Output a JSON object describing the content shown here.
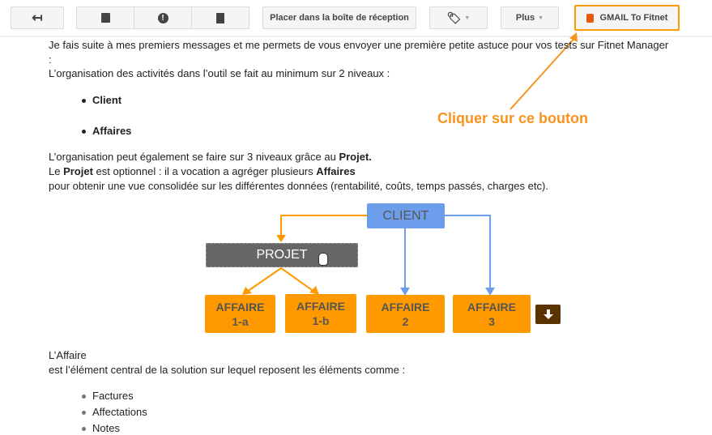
{
  "toolbar": {
    "back": "back-arrow",
    "placer": "Placer dans la boîte de réception",
    "plus": "Plus",
    "gmail": "GMAIL To Fitnet"
  },
  "callout": "Cliquer sur ce bouton",
  "body": {
    "p1": "Je fais suite à mes premiers messages et me permets de vous envoyer  une première petite astuce pour vos tests sur Fitnet Manager",
    "p1b": ":",
    "p2": "L’organisation des activités dans l’outil se fait au minimum sur 2 niveaux :",
    "levels": [
      "Client",
      "Affaires"
    ],
    "p3a": "L’organisation peut également se faire sur 3 niveaux grâce au ",
    "p3b": "Projet.",
    "p4a": "Le ",
    "p4b": "Projet",
    "p4c": " est optionnel : il a vocation a agréger plusieurs ",
    "p4d": "Affaires",
    "p5": "pour obtenir une vue consolidée sur les différentes données (rentabilité, coûts, temps passés, charges etc).",
    "p6": "L’Affaire",
    "p7": " est l’élément central de la solution sur lequel reposent les éléments comme :",
    "items": [
      "Factures",
      "Affectations",
      "Notes"
    ]
  },
  "diagram": {
    "client": "CLIENT",
    "projet": "PROJET",
    "affaires": [
      [
        "AFFAIRE",
        "1-a"
      ],
      [
        "AFFAIRE",
        "1-b"
      ],
      [
        "AFFAIRE",
        "2"
      ],
      [
        "AFFAIRE",
        "3"
      ]
    ]
  },
  "colors": {
    "orange": "#ff9900",
    "blue": "#6d9eeb",
    "grey": "#666666"
  }
}
